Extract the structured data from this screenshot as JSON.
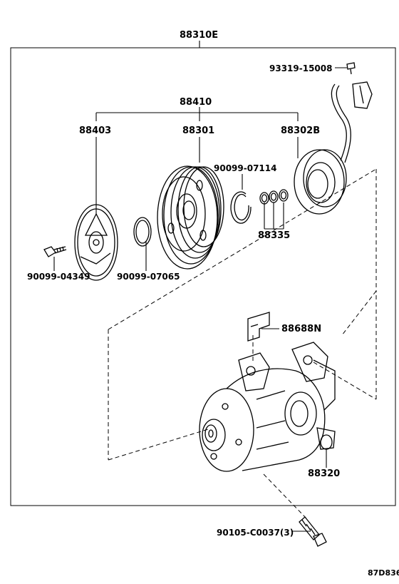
{
  "labels": {
    "assembly": "88310E",
    "screw_top": "93319-15008",
    "clutch_assy": "88410",
    "pressure_plate": "88403",
    "pulley": "88301",
    "field_coil": "88302B",
    "snap_ring_outer": "90099-07114",
    "shims": "88335",
    "bolt": "90099-04349",
    "snap_ring_inner": "90099-07065",
    "bracket": "88688N",
    "compressor": "88320",
    "mount_bolt": "90105-C0037(3)",
    "drawing_code": "87D836"
  }
}
